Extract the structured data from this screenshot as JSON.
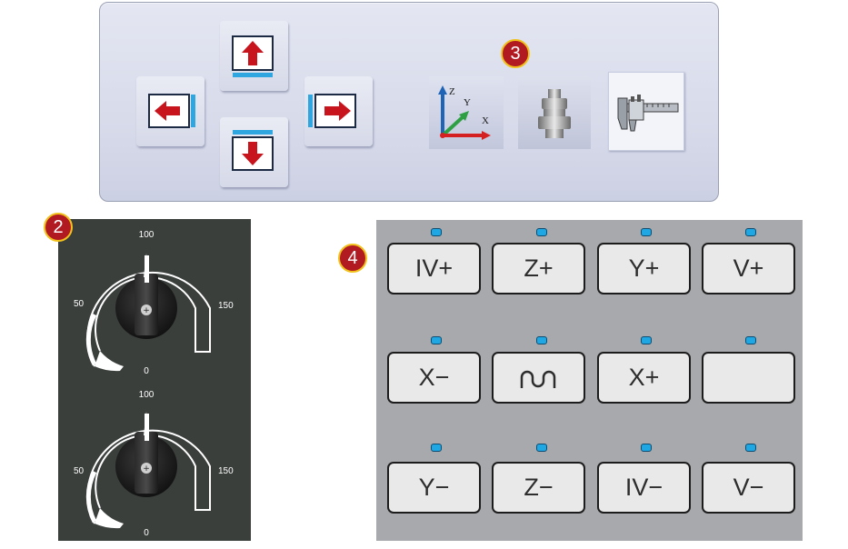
{
  "badges": {
    "dials": "2",
    "tools": "3",
    "keypad": "4"
  },
  "jog_panel": {
    "buttons": [
      {
        "name": "jog-up-button",
        "icon": "arrow-up-icon"
      },
      {
        "name": "jog-left-button",
        "icon": "arrow-left-icon"
      },
      {
        "name": "jog-right-button",
        "icon": "arrow-right-icon"
      },
      {
        "name": "jog-down-button",
        "icon": "arrow-down-icon"
      }
    ],
    "tools": [
      {
        "name": "coordinate-system-button",
        "icon": "xyz-axes-icon",
        "axis_labels": {
          "z": "Z",
          "y": "Y",
          "x": "X"
        }
      },
      {
        "name": "tool-probe-button",
        "icon": "tool-probe-icon"
      },
      {
        "name": "caliper-button",
        "icon": "caliper-icon",
        "selected": true
      }
    ],
    "colors": {
      "arrow": "#c8141c",
      "bar": "#2fa6df"
    }
  },
  "dials": {
    "feed_override": {
      "ticks": {
        "min": "0",
        "low": "50",
        "mid": "100",
        "max": "150"
      },
      "value": 100
    },
    "spindle_override": {
      "ticks": {
        "min": "0",
        "low": "50",
        "mid": "100",
        "max": "150"
      },
      "value": 100
    }
  },
  "keypad": {
    "keys": [
      [
        "IV+",
        "Z+",
        "Y+",
        "V+"
      ],
      [
        "X−",
        "",
        "X+",
        ""
      ],
      [
        "Y−",
        "Z−",
        "IV−",
        "V−"
      ]
    ],
    "special_key_icon": "rapid-wave-icon",
    "led_color": "#1fa7e3"
  }
}
